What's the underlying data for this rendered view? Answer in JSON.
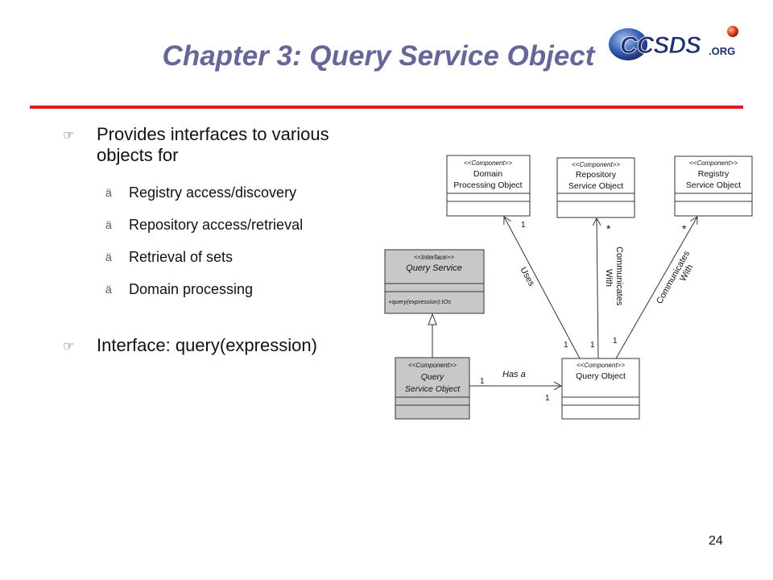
{
  "slide": {
    "title": "Chapter 3: Query Service Object",
    "page_number": "24",
    "logo_text": "CCSDS.ORG",
    "accent_color": "#dd1f1f",
    "title_color": "#666699"
  },
  "bullets": [
    {
      "text": "Provides interfaces to various objects for",
      "icon": "pointing-hand-icon",
      "sub": [
        {
          "text": "Registry access/discovery",
          "icon": "sub-bullet-icon"
        },
        {
          "text": "Repository access/retrieval",
          "icon": "sub-bullet-icon"
        },
        {
          "text": "Retrieval of sets",
          "icon": "sub-bullet-icon"
        },
        {
          "text": "Domain processing",
          "icon": "sub-bullet-icon"
        }
      ]
    },
    {
      "text": "Interface: query(expression)",
      "icon": "pointing-hand-icon"
    }
  ],
  "diagram": {
    "domain_box": {
      "stereotype": "<<Component>>",
      "line1": "Domain",
      "line2": "Processing Object"
    },
    "repository_box": {
      "stereotype": "<<Component>>",
      "line1": "Repository",
      "line2": "Service Object"
    },
    "registry_box": {
      "stereotype": "<<Component>>",
      "line1": "Registry",
      "line2": "Service Object"
    },
    "query_service_box": {
      "stereotype": "<<Interface>>",
      "line1": "Query Service",
      "operation": "+query(expression):IOs"
    },
    "qso_box": {
      "stereotype": "<<Component>>",
      "line1": "Query",
      "line2": "Service Object"
    },
    "query_object_box": {
      "stereotype": "<<Component>>",
      "line1": "Query Object"
    },
    "labels": {
      "uses": "Uses",
      "comm1_line1": "Communicates",
      "comm1_line2": "With",
      "comm2_line1": "Communicates",
      "comm2_line2": "With",
      "has_a": "Has a"
    },
    "multiplicities": {
      "uses_top": "1",
      "uses_bottom": "1",
      "repo_top": "*",
      "repo_bottom": "1",
      "reg_top": "*",
      "reg_bottom": "1",
      "has_left": "1",
      "has_right": "1"
    }
  }
}
